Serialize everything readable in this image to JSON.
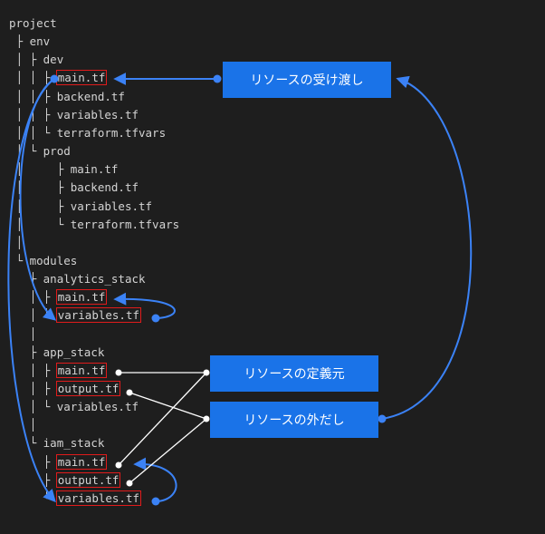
{
  "tree": [
    {
      "prefix": "",
      "name": "project",
      "hl": false
    },
    {
      "prefix": " ├ ",
      "name": "env",
      "hl": false
    },
    {
      "prefix": " │ ├ ",
      "name": "dev",
      "hl": false
    },
    {
      "prefix": " │ │ ├ ",
      "name": "main.tf",
      "hl": true
    },
    {
      "prefix": " │ │ ├ ",
      "name": "backend.tf",
      "hl": false
    },
    {
      "prefix": " │ │ ├ ",
      "name": "variables.tf",
      "hl": false
    },
    {
      "prefix": " │ │ └ ",
      "name": "terraform.tfvars",
      "hl": false
    },
    {
      "prefix": " │ └ ",
      "name": "prod",
      "hl": false
    },
    {
      "prefix": " │     ├ ",
      "name": "main.tf",
      "hl": false
    },
    {
      "prefix": " │     ├ ",
      "name": "backend.tf",
      "hl": false
    },
    {
      "prefix": " │     ├ ",
      "name": "variables.tf",
      "hl": false
    },
    {
      "prefix": " │     └ ",
      "name": "terraform.tfvars",
      "hl": false
    },
    {
      "prefix": " │",
      "name": "",
      "hl": false
    },
    {
      "prefix": " └ ",
      "name": "modules",
      "hl": false
    },
    {
      "prefix": "   ├ ",
      "name": "analytics_stack",
      "hl": false
    },
    {
      "prefix": "   │ ├ ",
      "name": "main.tf",
      "hl": true
    },
    {
      "prefix": "   │ └ ",
      "name": "variables.tf",
      "hl": true
    },
    {
      "prefix": "   │",
      "name": "",
      "hl": false
    },
    {
      "prefix": "   ├ ",
      "name": "app_stack",
      "hl": false
    },
    {
      "prefix": "   │ ├ ",
      "name": "main.tf",
      "hl": true
    },
    {
      "prefix": "   │ ├ ",
      "name": "output.tf",
      "hl": true
    },
    {
      "prefix": "   │ └ ",
      "name": "variables.tf",
      "hl": false
    },
    {
      "prefix": "   │",
      "name": "",
      "hl": false
    },
    {
      "prefix": "   └ ",
      "name": "iam_stack",
      "hl": false
    },
    {
      "prefix": "     ├ ",
      "name": "main.tf",
      "hl": true
    },
    {
      "prefix": "     ├ ",
      "name": "output.tf",
      "hl": true
    },
    {
      "prefix": "     └ ",
      "name": "variables.tf",
      "hl": true
    }
  ],
  "labels": {
    "handoff": "リソースの受け渡し",
    "definition": "リソースの定義元",
    "output": "リソースの外だし"
  },
  "colors": {
    "background": "#1e1e1e",
    "text": "#d4d4d4",
    "highlight": "#e01b1b",
    "accent": "#1a73e8",
    "arrow": "#3b82f6",
    "white_line": "#ffffff"
  }
}
